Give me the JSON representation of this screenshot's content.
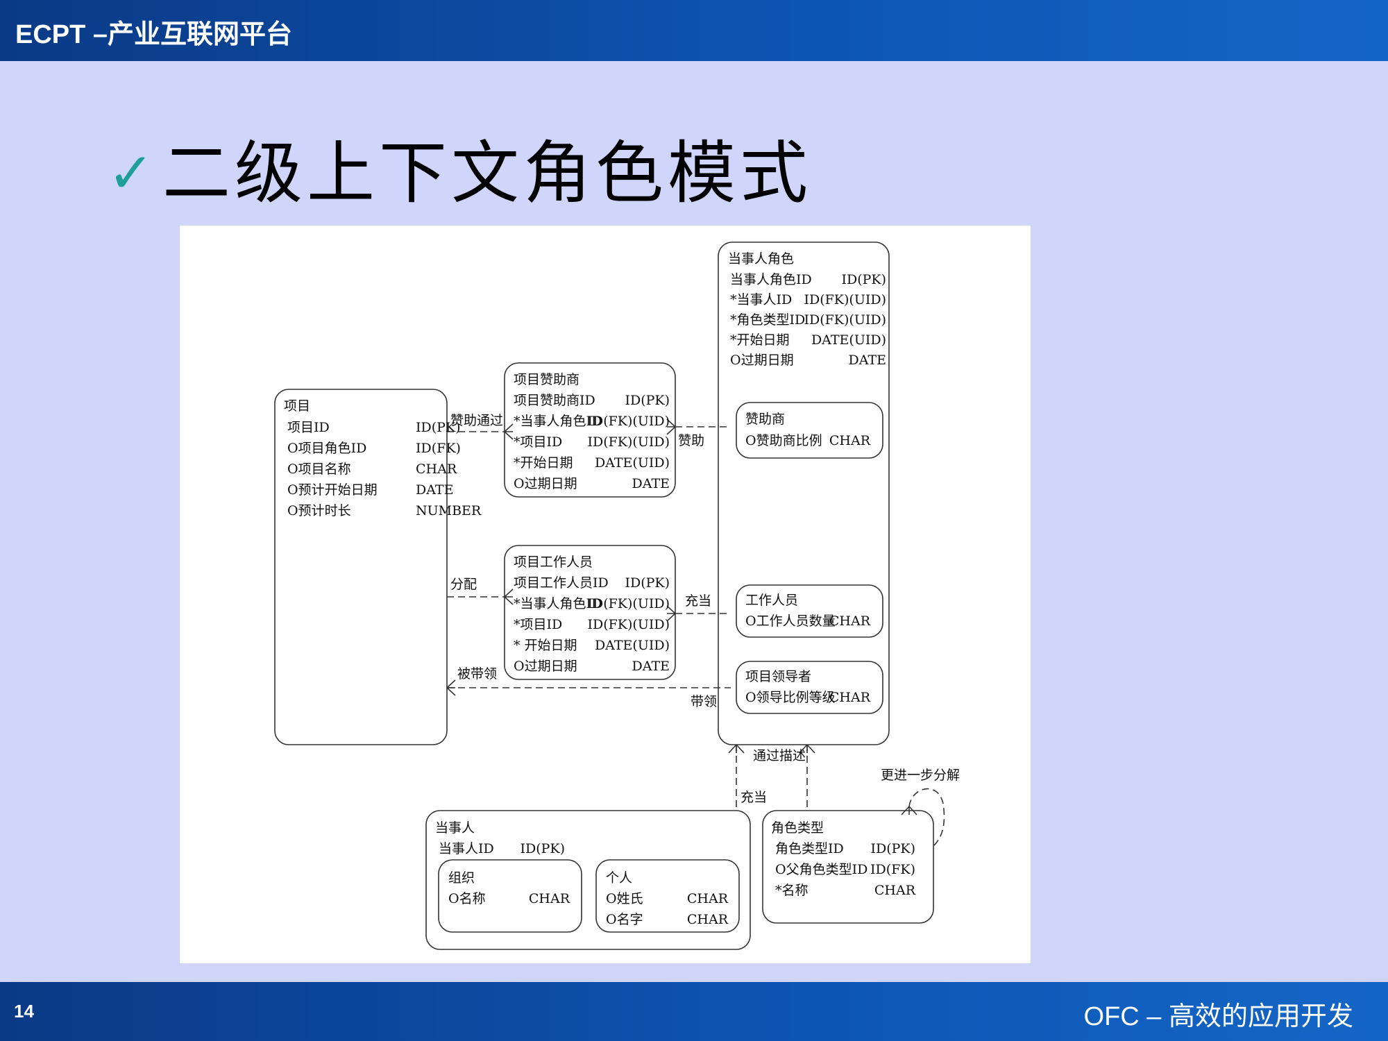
{
  "header": {
    "title": "ECPT –产业互联网平台"
  },
  "slide": {
    "heading": "二级上下文角色模式",
    "page_number": "14",
    "footer": "OFC – 高效的应用开发"
  },
  "colors": {
    "bar": "#0d56b5",
    "background": "#d0d5fb",
    "check": "#1f9e9e"
  },
  "diagram": {
    "project": {
      "title": "项目",
      "rows": [
        [
          "项目ID",
          "ID(PK)"
        ],
        [
          "O项目角色ID",
          "ID(FK)"
        ],
        [
          "O项目名称",
          "CHAR"
        ],
        [
          "O预计开始日期",
          "DATE"
        ],
        [
          "O预计时长",
          "NUMBER"
        ]
      ]
    },
    "sponsor": {
      "title": "项目赞助商",
      "rows": [
        [
          "项目赞助商ID",
          "ID(PK)"
        ],
        [
          "*当事人角色ID",
          "ID(FK)(UID)"
        ],
        [
          "*项目ID",
          "ID(FK)(UID)"
        ],
        [
          "*开始日期",
          "DATE(UID)"
        ],
        [
          "O过期日期",
          "DATE"
        ]
      ]
    },
    "staff": {
      "title": "项目工作人员",
      "rows": [
        [
          "项目工作人员ID",
          "ID(PK)"
        ],
        [
          "*当事人角色ID",
          "ID(FK)(UID)"
        ],
        [
          "*项目ID",
          "ID(FK)(UID)"
        ],
        [
          "* 开始日期",
          "DATE(UID)"
        ],
        [
          "O过期日期",
          "DATE"
        ]
      ]
    },
    "party_role": {
      "title": "当事人角色",
      "rows": [
        [
          "当事人角色ID",
          "ID(PK)"
        ],
        [
          "*当事人ID",
          "ID(FK)(UID)"
        ],
        [
          "*角色类型ID",
          "ID(FK)(UID)"
        ],
        [
          "*开始日期",
          "DATE(UID)"
        ],
        [
          "O过期日期",
          "DATE"
        ]
      ]
    },
    "role_sponsor": {
      "title": "赞助商",
      "rows": [
        [
          "O赞助商比例",
          "CHAR"
        ]
      ]
    },
    "role_worker": {
      "title": "工作人员",
      "rows": [
        [
          "O工作人员数量",
          "CHAR"
        ]
      ]
    },
    "role_leader": {
      "title": "项目领导者",
      "rows": [
        [
          "O领导比例等级",
          "CHAR"
        ]
      ]
    },
    "party": {
      "title": "当事人",
      "rows": [
        [
          "当事人ID",
          "ID(PK)"
        ]
      ]
    },
    "org": {
      "title": "组织",
      "rows": [
        [
          "O名称",
          "CHAR"
        ]
      ]
    },
    "person": {
      "title": "个人",
      "rows": [
        [
          "O姓氏",
          "CHAR"
        ],
        [
          "O名字",
          "CHAR"
        ]
      ]
    },
    "role_type": {
      "title": "角色类型",
      "rows": [
        [
          "角色类型ID",
          "ID(PK)"
        ],
        [
          "O父角色类型ID",
          "ID(FK)"
        ],
        [
          "*名称",
          "CHAR"
        ]
      ]
    },
    "rels": {
      "sponsored_by": "赞助通过",
      "sponsors": "赞助",
      "assigned": "分配",
      "acts_as": "充当",
      "led_by": "被带领",
      "leads": "带领",
      "described_by": "通过描述",
      "acts_as2": "充当",
      "subdivided": "更进一步分解"
    }
  }
}
